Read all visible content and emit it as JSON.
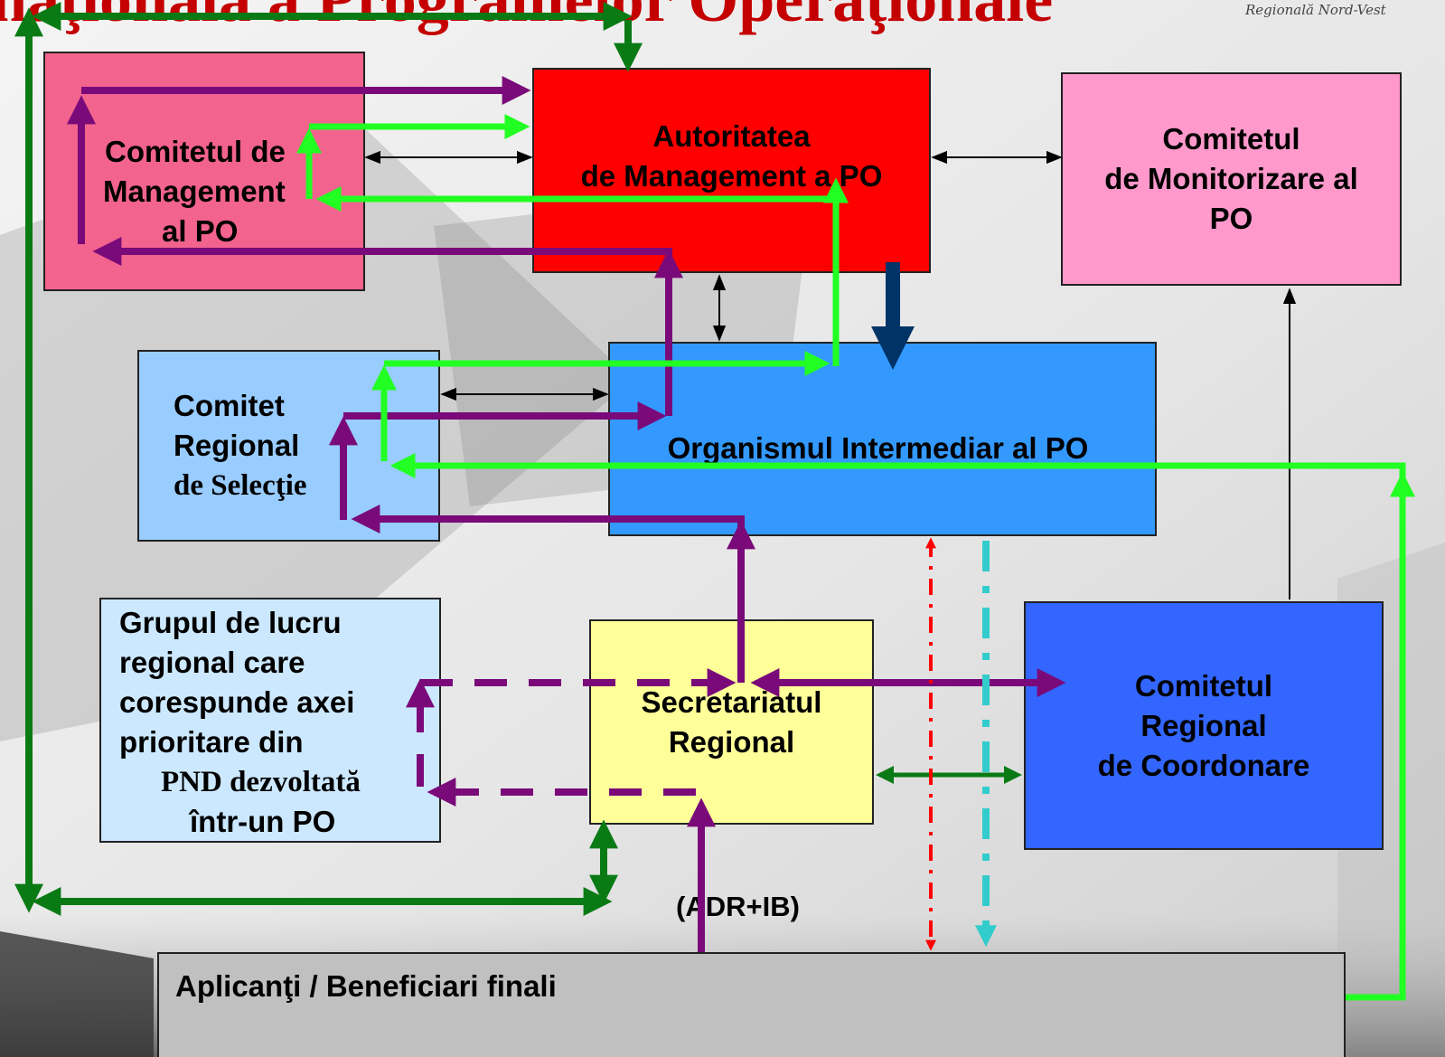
{
  "header": {
    "title": "naţională a Programelor Operaţionale",
    "logo_text": "Regională Nord-Vest"
  },
  "boxes": {
    "comitetul_management": [
      "Comitetul de",
      "Management",
      "al PO"
    ],
    "autoritatea_management": [
      "Autoritatea",
      "de Management a PO"
    ],
    "comitetul_monitorizare": [
      "Comitetul",
      "de Monitorizare al",
      "PO"
    ],
    "comitet_selectie": [
      "Comitet",
      "Regional",
      "de Selecţie"
    ],
    "organismul_intermediar": [
      "Organismul Intermediar al PO"
    ],
    "grupul_lucru": [
      "Grupul de lucru",
      "regional care",
      "corespunde axei",
      "prioritare din",
      "PND dezvoltată",
      "într-un PO"
    ],
    "secretariatul_regional": [
      "Secretariatul",
      "Regional"
    ],
    "comitetul_coordonare": [
      "Comitetul",
      "Regional",
      "de Coordonare"
    ],
    "aplicanti": [
      "Aplicanţi / Beneficiari finali"
    ]
  },
  "labels": {
    "adr_ib": "(ADR+IB)"
  },
  "colors": {
    "title": "#c40000",
    "comitetul_management": "#f2638d",
    "autoritatea_management": "#ff0000",
    "comitetul_monitorizare": "#ff99cc",
    "comitet_selectie": "#99ccff",
    "organismul_intermediar": "#3399ff",
    "grupul_lucru": "#cce8ff",
    "secretariatul_regional": "#ffff99",
    "comitetul_coordonare": "#3366ff",
    "aplicanti": "#c0c0c0",
    "arrow_purple": "#7a0a7a",
    "arrow_lime": "#22ff22",
    "arrow_darkgreen": "#0a7a14",
    "arrow_navy": "#003366",
    "arrow_red_dashdot": "#ff0000",
    "arrow_cyan_dashdot": "#33cccc"
  }
}
